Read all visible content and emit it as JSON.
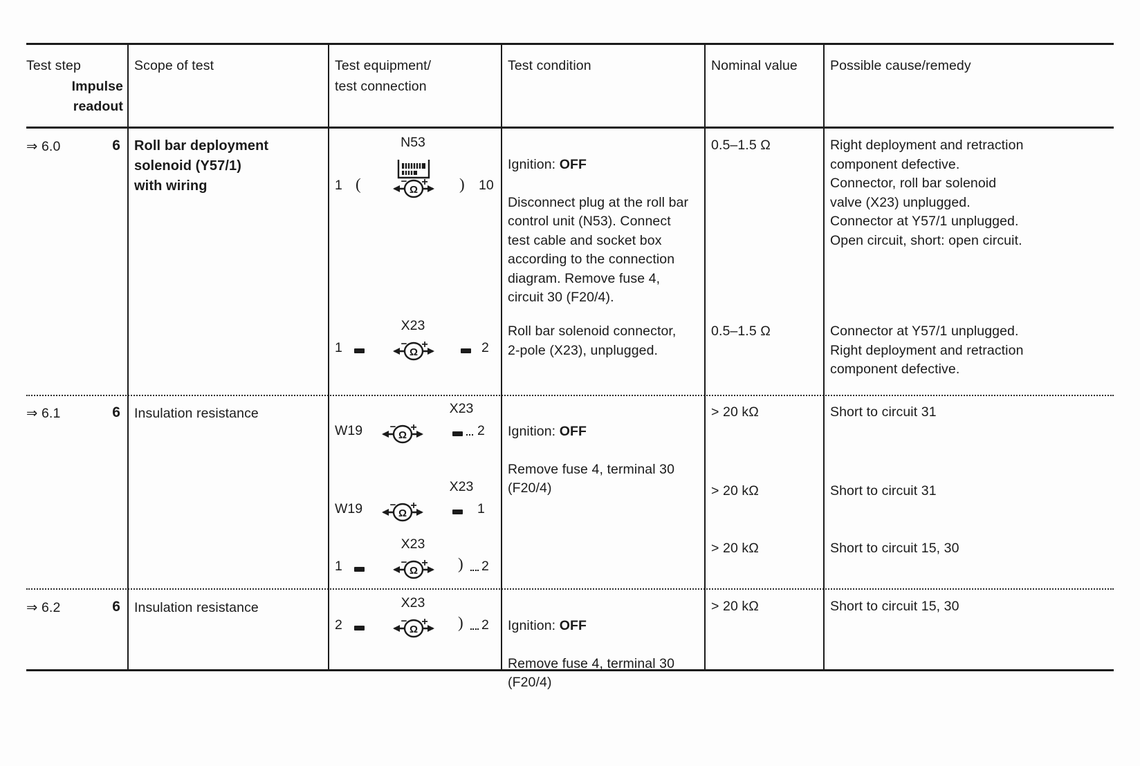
{
  "document": {
    "type": "service-manual-test-table",
    "columns": [
      {
        "key": "test_step",
        "header_line1": "Test step",
        "header_line2": "Impulse",
        "header_line3": "readout"
      },
      {
        "key": "scope",
        "header_line1": "Scope of test"
      },
      {
        "key": "equipment",
        "header_line1": "Test equipment/",
        "header_line2": "test connection"
      },
      {
        "key": "condition",
        "header_line1": "Test condition"
      },
      {
        "key": "nominal",
        "header_line1": "Nominal value"
      },
      {
        "key": "cause",
        "header_line1": "Possible cause/remedy"
      }
    ],
    "rows": [
      {
        "id": "row-6-0",
        "step_arrow": "⇒",
        "step": "6.0",
        "impulse": "6",
        "scope": "Roll bar deployment\nsolenoid  (Y57/1)\nwith wiring",
        "subrows": [
          {
            "diagram": {
              "component_label": "N53",
              "has_socket_box": true,
              "meter_symbol": "Ω",
              "polarity_left": "−",
              "polarity_right": "+",
              "left_terminal": "1",
              "left_connector": "bracket-open",
              "right_connector": "bracket-close",
              "right_terminal": "10"
            },
            "condition_prefix": "Ignition: ",
            "condition_state": "OFF",
            "condition_body": "Disconnect plug at the roll bar\ncontrol unit (N53). Connect\ntest cable and socket box\naccording to the connection\ndiagram. Remove fuse 4,\ncircuit 30 (F20/4).",
            "nominal": "0.5–1.5 Ω",
            "cause": "Right deployment and retraction\ncomponent defective.\nConnector, roll bar solenoid\nvalve  (X23) unplugged.\nConnector at Y57/1 unplugged.\nOpen circuit, short: open circuit."
          },
          {
            "diagram": {
              "component_label": "X23",
              "has_socket_box": false,
              "meter_symbol": "Ω",
              "polarity_left": "−",
              "polarity_right": "+",
              "left_terminal": "1",
              "left_connector": "plug-dot",
              "right_connector": "plug-dot",
              "right_terminal": "2"
            },
            "condition_prefix": "",
            "condition_state": "",
            "condition_body": "Roll bar solenoid connector,\n2-pole (X23), unplugged.",
            "nominal": "0.5–1.5 Ω",
            "cause": "Connector at Y57/1 unplugged.\nRight deployment and retraction\ncomponent defective."
          }
        ]
      },
      {
        "id": "row-6-1",
        "step_arrow": "⇒",
        "step": "6.1",
        "impulse": "6",
        "scope": "Insulation resistance",
        "subrows": [
          {
            "diagram": {
              "component_label": "X23",
              "label_position": "right",
              "has_socket_box": false,
              "meter_symbol": "Ω",
              "polarity_left": "−",
              "polarity_right": "+",
              "left_terminal": "W19",
              "left_connector": "none",
              "right_connector": "plug-dot-dash",
              "right_terminal": "2"
            },
            "condition_prefix": "Ignition: ",
            "condition_state": "OFF",
            "condition_body": "Remove fuse 4, terminal 30\n(F20/4)",
            "nominal": "> 20 kΩ",
            "cause": "Short to circuit 31"
          },
          {
            "diagram": {
              "component_label": "X23",
              "label_position": "right",
              "has_socket_box": false,
              "meter_symbol": "Ω",
              "polarity_left": "−",
              "polarity_right": "+",
              "left_terminal": "W19",
              "left_connector": "none",
              "right_connector": "plug-dot",
              "right_terminal": "1"
            },
            "condition_prefix": "",
            "condition_state": "",
            "condition_body": "",
            "nominal": "> 20 kΩ",
            "cause": "Short to circuit 31"
          },
          {
            "diagram": {
              "component_label": "X23",
              "has_socket_box": false,
              "meter_symbol": "Ω",
              "polarity_left": "−",
              "polarity_right": "+",
              "left_terminal": "1",
              "left_connector": "plug-dot",
              "right_connector": "bracket-close-dash",
              "right_terminal": "2"
            },
            "condition_prefix": "",
            "condition_state": "",
            "condition_body": "",
            "nominal": "> 20 kΩ",
            "cause": "Short to circuit 15, 30"
          }
        ]
      },
      {
        "id": "row-6-2",
        "step_arrow": "⇒",
        "step": "6.2",
        "impulse": "6",
        "scope": "Insulation resistance",
        "subrows": [
          {
            "diagram": {
              "component_label": "X23",
              "has_socket_box": false,
              "meter_symbol": "Ω",
              "polarity_left": "−",
              "polarity_right": "+",
              "left_terminal": "2",
              "left_connector": "plug-dot",
              "right_connector": "bracket-close-dash",
              "right_terminal": "2"
            },
            "condition_prefix": "Ignition: ",
            "condition_state": "OFF",
            "condition_body": "Remove fuse 4, terminal 30\n(F20/4)",
            "nominal": "> 20 kΩ",
            "cause": "Short to circuit 15, 30"
          }
        ]
      }
    ]
  }
}
